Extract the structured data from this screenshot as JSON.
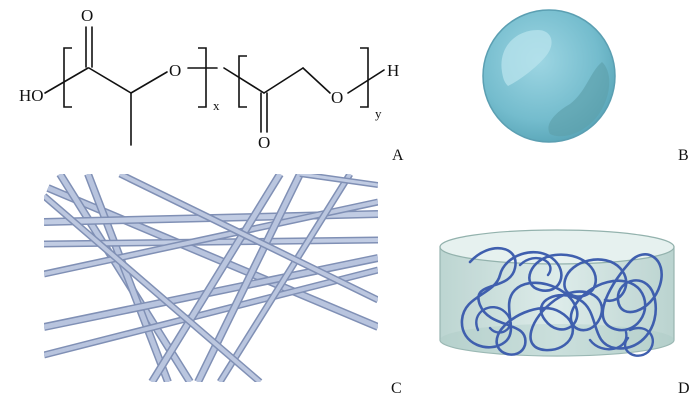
{
  "panels": {
    "a": {
      "label": "A",
      "atoms": {
        "ho": "HO",
        "carbonyl_o1": "O",
        "ester_o1": "O",
        "carbonyl_o2": "O",
        "ester_o2": "O",
        "h_end": "H"
      },
      "repeat_x": "x",
      "repeat_y": "y"
    },
    "b": {
      "label": "B",
      "sphere_color": "#7ec3d4"
    },
    "c": {
      "label": "C",
      "fiber_color": "#a9b7d4"
    },
    "d": {
      "label": "D",
      "gel_color": "#cfe3e0",
      "strand_color": "#3f5fae"
    }
  }
}
